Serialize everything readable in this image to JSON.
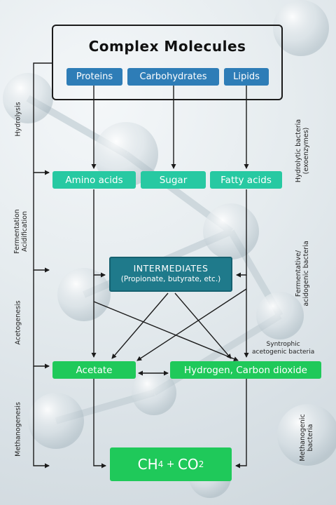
{
  "title": "Complex Molecules",
  "top_row": [
    "Proteins",
    "Carbohydrates",
    "Lipids"
  ],
  "second_row": [
    "Amino acids",
    "Sugar",
    "Fatty acids"
  ],
  "intermediates": {
    "title": "INTERMEDIATES",
    "detail": "(Propionate, butyrate, etc.)"
  },
  "acetate": "Acetate",
  "hydrogen": "Hydrogen, Carbon dioxide",
  "final": {
    "ch": "CH",
    "four": "4",
    "plus": " + ",
    "co": "CO",
    "two": "2"
  },
  "stages": {
    "hydrolysis": "Hydrolysis",
    "fermentation_1": "Fermentation",
    "fermentation_2": "Acidification",
    "acetogenesis": "Acetogenesis",
    "methanogenesis": "Methanogenesis"
  },
  "bacteria": {
    "hydrolytic_1": "Hydrolytic bacteria",
    "hydrolytic_2": "(exoenzymes)",
    "fermentative_1": "Fermentative/",
    "fermentative_2": "acidogenic bacteria",
    "syntrophic_1": "Syntrophic",
    "syntrophic_2": "acetogenic bacteria",
    "methanogenic_1": "Methanogenic",
    "methanogenic_2": "bacteria"
  },
  "colors": {
    "blue": "#2e7db7",
    "teal": "#27c9a2",
    "intermediate": "#1f7a8b",
    "green": "#1fc95a"
  }
}
